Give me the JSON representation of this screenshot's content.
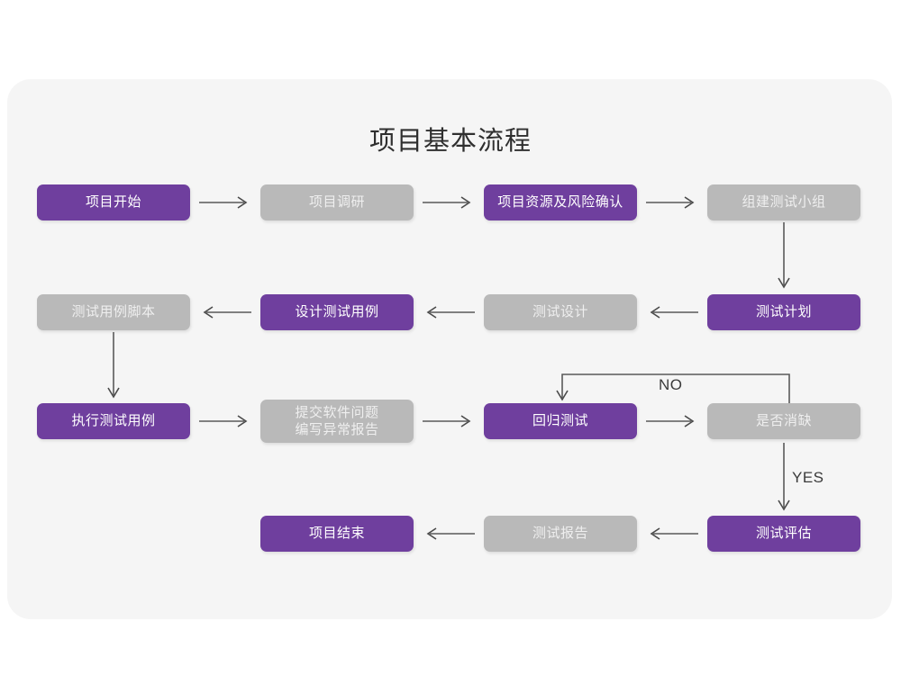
{
  "page": {
    "title": "项目基本流程",
    "card_bg": "#f5f5f5",
    "accent_purple": "#6f3f9e",
    "muted_gray": "#b9b9b9",
    "line_color": "#5a5a5a"
  },
  "nodes": [
    {
      "id": "n1",
      "label": "项目开始",
      "style": "purple"
    },
    {
      "id": "n2",
      "label": "项目调研",
      "style": "gray"
    },
    {
      "id": "n3",
      "label": "项目资源及风险确认",
      "style": "purple"
    },
    {
      "id": "n4",
      "label": "组建测试小组",
      "style": "gray"
    },
    {
      "id": "n5",
      "label": "测试用例脚本",
      "style": "gray"
    },
    {
      "id": "n6",
      "label": "设计测试用例",
      "style": "purple"
    },
    {
      "id": "n7",
      "label": "测试设计",
      "style": "gray"
    },
    {
      "id": "n8",
      "label": "测试计划",
      "style": "purple"
    },
    {
      "id": "n9",
      "label": "执行测试用例",
      "style": "purple"
    },
    {
      "id": "n10",
      "label": "提交软件问题\n编写异常报告",
      "style": "gray"
    },
    {
      "id": "n11",
      "label": "回归测试",
      "style": "purple"
    },
    {
      "id": "n12",
      "label": "是否消缺",
      "style": "gray"
    },
    {
      "id": "n13",
      "label": "项目结束",
      "style": "purple"
    },
    {
      "id": "n14",
      "label": "测试报告",
      "style": "gray"
    },
    {
      "id": "n15",
      "label": "测试评估",
      "style": "purple"
    }
  ],
  "connector_labels": {
    "no": "NO",
    "yes": "YES"
  }
}
